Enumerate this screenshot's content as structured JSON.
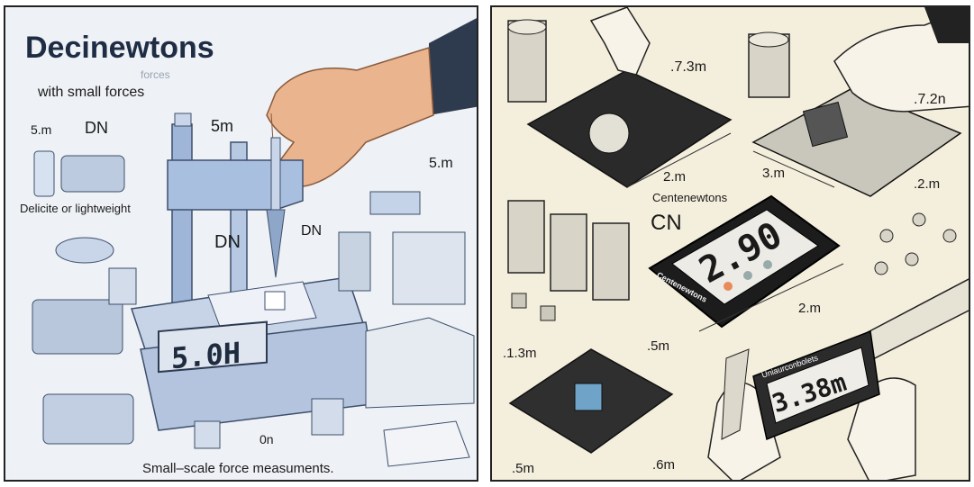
{
  "left_panel": {
    "title": "Decinewtons",
    "subtitle_faded": "forces",
    "subtitle": "with small forces",
    "label_5m_a": "5.m",
    "label_dn_a": "DN",
    "label_5m_b": "5m",
    "label_5m_c": "5.m",
    "label_delicate": "Delicite or lightweight",
    "label_dn_b": "DN",
    "label_dn_c": "DN",
    "scale_readout": "5.0H",
    "label_0n": "0n",
    "caption": "Small–scale force measuments."
  },
  "right_panel": {
    "label_7_3m": ".7.3m",
    "label_7_2n": ".7.2n",
    "label_2m_a": "2.m",
    "label_3m": "3.m",
    "label_2m_b": ".2.m",
    "center_label": "Centenewtons",
    "cn_label": "CN",
    "display_readout": "2.90",
    "device_brand": "Centenewtons",
    "label_2m_c": "2.m",
    "label_1_3m": ".1.3m",
    "label_5m_d": ".5m",
    "label_5m_e": ".5m",
    "label_6m": ".6m",
    "caliper_readout": "3.38m",
    "caliper_brand": "Uniaurconbolets"
  },
  "colors": {
    "left_bg": "#eef1f5",
    "right_bg": "#f4eedc",
    "metal_blue": "#9fb6d8",
    "skin": "#e9b48e",
    "pcb_dark": "#2a2a2a"
  }
}
